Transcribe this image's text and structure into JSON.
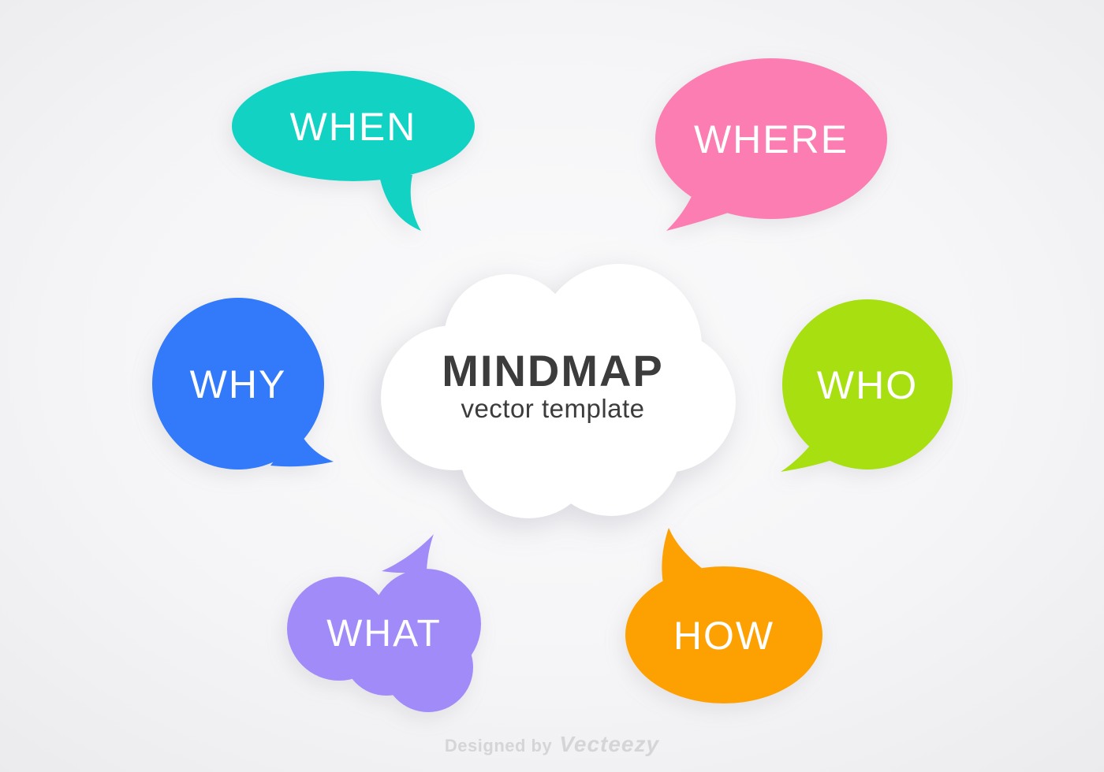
{
  "center": {
    "title": "MINDMAP",
    "subtitle": "vector template",
    "fill": "#ffffff",
    "text_color": "#3c3c3c"
  },
  "ui": {
    "label_color": "#ffffff"
  },
  "bubbles": [
    {
      "id": "when",
      "label": "WHEN",
      "color": "#12d3c3"
    },
    {
      "id": "where",
      "label": "WHERE",
      "color": "#fb7db1"
    },
    {
      "id": "why",
      "label": "WHY",
      "color": "#327af9"
    },
    {
      "id": "who",
      "label": "WHO",
      "color": "#a7df10"
    },
    {
      "id": "what",
      "label": "WHAT",
      "color": "#a18bf9"
    },
    {
      "id": "how",
      "label": "HOW",
      "color": "#fda103"
    }
  ],
  "footer": {
    "designed_by": "Designed by",
    "brand": "Vecteezy",
    "color": "#d5d5d7"
  }
}
